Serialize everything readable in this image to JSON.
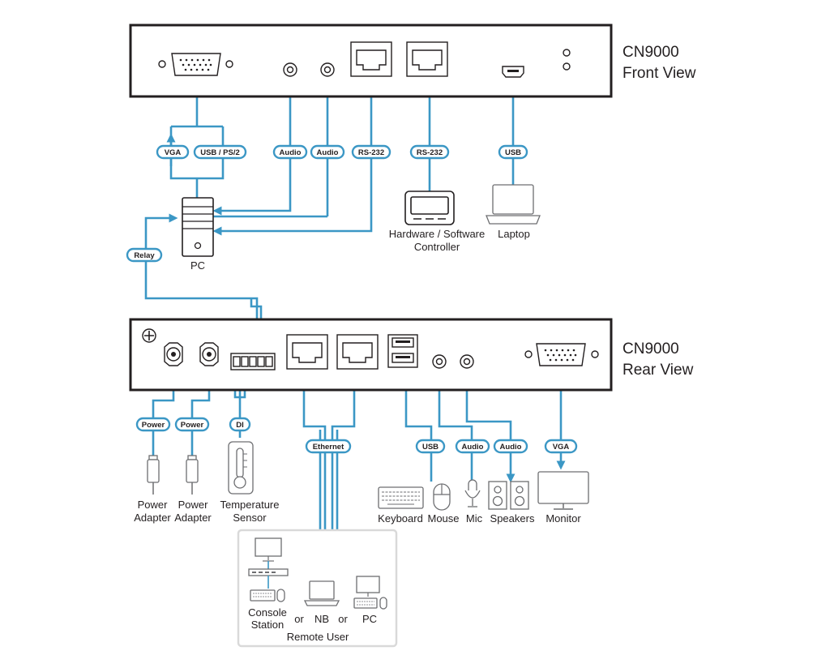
{
  "colors": {
    "cable": "#3b97c5",
    "device_stroke": "#231f20",
    "remote_box": "#d9d9d9"
  },
  "front_panel": {
    "title_line1": "CN9000",
    "title_line2": "Front View"
  },
  "rear_panel": {
    "title_line1": "CN9000",
    "title_line2": "Rear View"
  },
  "pills": {
    "vga_front": "VGA",
    "usb_ps2": "USB / PS/2",
    "audio_front_1": "Audio",
    "audio_front_2": "Audio",
    "rs232_front_1": "RS-232",
    "rs232_front_2": "RS-232",
    "usb_front": "USB",
    "relay": "Relay",
    "power_1": "Power",
    "power_2": "Power",
    "di": "DI",
    "ethernet": "Ethernet",
    "usb_rear": "USB",
    "audio_rear_1": "Audio",
    "audio_rear_2": "Audio",
    "vga_rear": "VGA"
  },
  "devices": {
    "pc": "PC",
    "controller_line1": "Hardware / Software",
    "controller_line2": "Controller",
    "laptop": "Laptop",
    "power_adapter_1_line1": "Power",
    "power_adapter_1_line2": "Adapter",
    "power_adapter_2_line1": "Power",
    "power_adapter_2_line2": "Adapter",
    "temp_sensor_line1": "Temperature",
    "temp_sensor_line2": "Sensor",
    "keyboard": "Keyboard",
    "mouse": "Mouse",
    "mic": "Mic",
    "speakers": "Speakers",
    "monitor": "Monitor"
  },
  "remote_user": {
    "console_line1": "Console",
    "console_line2": "Station",
    "or_1": "or",
    "nb": "NB",
    "or_2": "or",
    "pc": "PC",
    "caption": "Remote User"
  }
}
